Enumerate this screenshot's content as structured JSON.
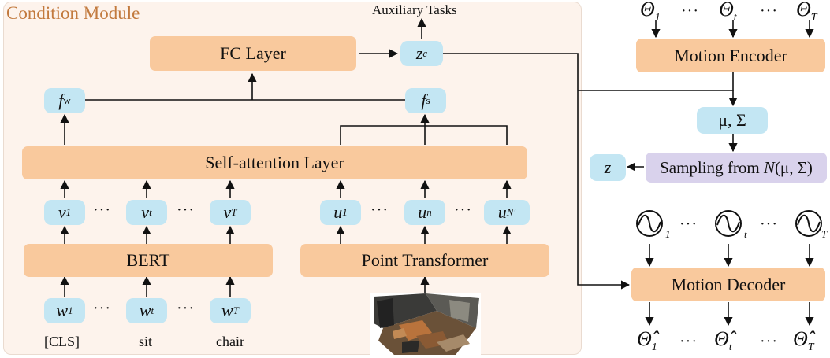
{
  "condition_module": {
    "title": "Condition Module"
  },
  "top": {
    "auxiliary_tasks": "Auxiliary Tasks"
  },
  "blocks": {
    "fc_layer": "FC Layer",
    "self_attention": "Self-attention Layer",
    "bert": "BERT",
    "point_transformer": "Point Transformer",
    "motion_encoder": "Motion Encoder",
    "motion_decoder": "Motion Decoder",
    "sampling_prefix": "Sampling from ",
    "sampling_N": "N",
    "sampling_args": "(μ, Σ)"
  },
  "symbols": {
    "zc": {
      "base": "z",
      "sub": "c"
    },
    "fw": {
      "base": "f",
      "sub": "w"
    },
    "fs": {
      "base": "f",
      "sub": "s"
    },
    "mu_sigma": "μ, Σ",
    "z": "z",
    "v": [
      {
        "base": "v",
        "sub": "1"
      },
      {
        "base": "v",
        "sub": "t"
      },
      {
        "base": "v",
        "sub": "T"
      }
    ],
    "u": [
      {
        "base": "u",
        "sub": "1"
      },
      {
        "base": "u",
        "sub": "n"
      },
      {
        "base": "u",
        "sub": "N′"
      }
    ],
    "w": [
      {
        "base": "w",
        "sub": "1"
      },
      {
        "base": "w",
        "sub": "t"
      },
      {
        "base": "w",
        "sub": "T"
      }
    ],
    "theta_in": [
      {
        "base": "Θ",
        "sub": "1"
      },
      {
        "base": "Θ",
        "sub": "t"
      },
      {
        "base": "Θ",
        "sub": "T"
      }
    ],
    "theta_out": [
      {
        "base": "Θ̂",
        "sub": "1"
      },
      {
        "base": "Θ̂",
        "sub": "t"
      },
      {
        "base": "Θ̂",
        "sub": "T"
      }
    ],
    "noise_subs": [
      "1",
      "t",
      "T"
    ],
    "ellipsis": "···"
  },
  "words": {
    "cls": "[CLS]",
    "sit": "sit",
    "chair": "chair"
  },
  "colors": {
    "block": "#f9c99d",
    "token": "#c3e6f3",
    "sampling": "#d9d2ec",
    "panel": "#fdf3ec",
    "title": "#c27a3e"
  }
}
